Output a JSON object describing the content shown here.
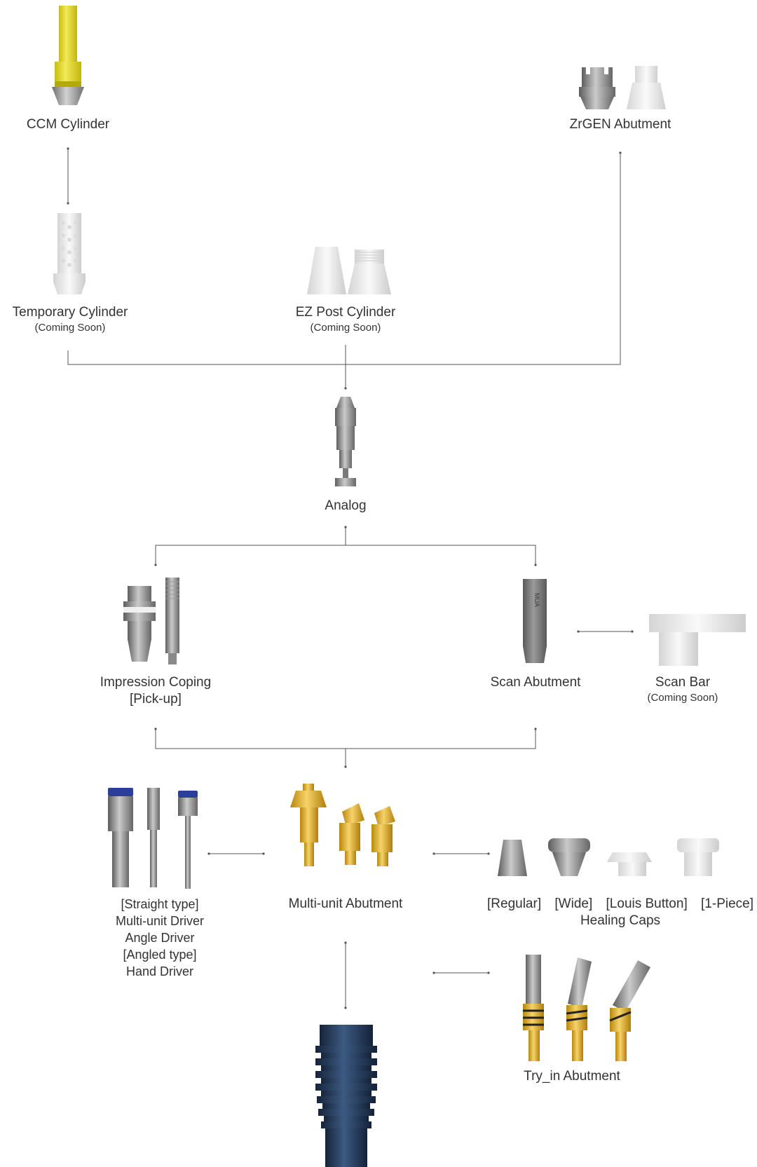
{
  "nodes": {
    "ccm_cylinder": {
      "label": "CCM Cylinder"
    },
    "zrgen_abutment": {
      "label": "ZrGEN Abutment"
    },
    "temporary_cylinder": {
      "label": "Temporary Cylinder",
      "note": "(Coming Soon)"
    },
    "ez_post_cylinder": {
      "label": "EZ Post Cylinder",
      "note": "(Coming Soon)"
    },
    "analog": {
      "label": "Analog"
    },
    "impression_coping": {
      "label": "Impression Coping",
      "label2": "[Pick-up]"
    },
    "scan_abutment": {
      "label": "Scan Abutment",
      "marking": "MUA"
    },
    "scan_bar": {
      "label": "Scan Bar",
      "note": "(Coming Soon)"
    },
    "multi_unit_abutment": {
      "label": "Multi-unit Abutment"
    },
    "drivers": {
      "lines": [
        "[Straight type]",
        "Multi-unit Driver",
        "Angle Driver",
        "[Angled type]",
        "Hand Driver"
      ]
    },
    "healing_caps": {
      "variants": [
        "[Regular]",
        "[Wide]",
        "[Louis Button]",
        "[1-Piece]"
      ],
      "label": "Healing Caps"
    },
    "try_in_abutment": {
      "label": "Try_in Abutment"
    }
  },
  "colors": {
    "line": "#555555",
    "text": "#333333",
    "gold": "#d9a821",
    "yellow": "#e6dc2a",
    "implant": "#233a5a",
    "driver_cap": "#2b3f9a"
  }
}
